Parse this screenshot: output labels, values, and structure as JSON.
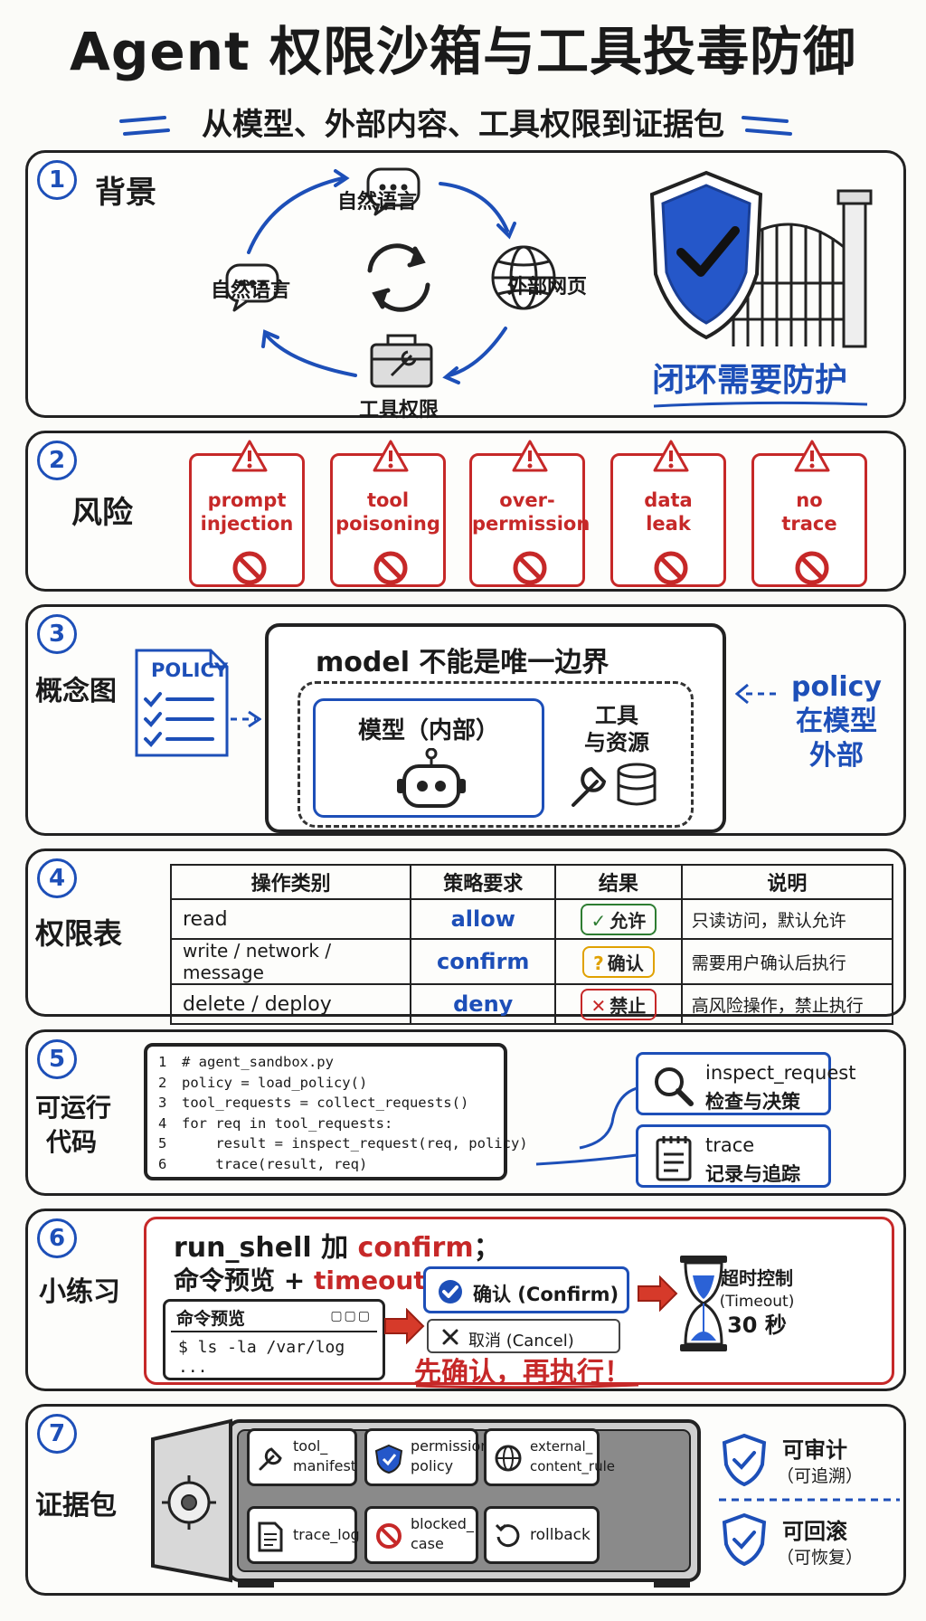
{
  "header": {
    "title": "Agent 权限沙箱与工具投毒防御",
    "subtitle": "从模型、外部内容、工具权限到证据包"
  },
  "colors": {
    "blue": "#1d4fb8",
    "red": "#c62828",
    "green": "#2e7d32",
    "amber": "#e0a100"
  },
  "s1": {
    "num": "1",
    "title": "背景",
    "nodes": [
      "自然语言",
      "外部网页",
      "工具权限",
      "自然语言"
    ],
    "caption": "闭环需要防护"
  },
  "s2": {
    "num": "2",
    "title": "风险",
    "risks": [
      "prompt\ninjection",
      "tool\npoisoning",
      "over-\npermission",
      "data\nleak",
      "no\ntrace"
    ]
  },
  "s3": {
    "num": "3",
    "title": "概念图",
    "policy_doc": "POLICY",
    "boundary_title": "model 不能是唯一边界",
    "model_label": "模型（内部）",
    "tools_label": "工具\n与资源",
    "policy_side": "policy\n在模型\n外部"
  },
  "s4": {
    "num": "4",
    "title": "权限表",
    "headers": [
      "操作类别",
      "策略要求",
      "结果",
      "说明"
    ],
    "rows": [
      {
        "op": "read",
        "policy": "allow",
        "result": "允许",
        "note": "只读访问，默认允许"
      },
      {
        "op": "write / network / message",
        "policy": "confirm",
        "result": "确认",
        "note": "需要用户确认后执行"
      },
      {
        "op": "delete / deploy",
        "policy": "deny",
        "result": "禁止",
        "note": "高风险操作，禁止执行"
      }
    ]
  },
  "s5": {
    "num": "5",
    "title_1": "可运行",
    "title_2": "代码",
    "code": [
      "# agent_sandbox.py",
      "policy = load_policy()",
      "tool_requests = collect_requests()",
      "for req in tool_requests:",
      "    result = inspect_request(req, policy)",
      "    trace(result, req)"
    ],
    "line_numbers": [
      "1",
      "2",
      "3",
      "4",
      "5",
      "6"
    ],
    "fn1": {
      "name": "inspect_request",
      "desc": "检查与决策"
    },
    "fn2": {
      "name": "trace",
      "desc": "记录与追踪"
    }
  },
  "s6": {
    "num": "6",
    "title": "小练习",
    "line1_a": "run_shell 加 ",
    "line1_b": "confirm",
    "line1_c": "；",
    "line2_a": "命令预览 + ",
    "line2_b": "timeout",
    "terminal_title": "命令预览",
    "terminal_dots": "▢▢▢",
    "terminal_cmd": "$ ls -la /var/log",
    "terminal_more": "...",
    "confirm_btn": "确认 (Confirm)",
    "cancel_btn": "取消 (Cancel)",
    "timeout_1": "超时控制",
    "timeout_2": "(Timeout)",
    "timeout_3": "30 秒",
    "slogan": "先确认，再执行！"
  },
  "s7": {
    "num": "7",
    "title": "证据包",
    "items": [
      "tool_\nmanifest",
      "permission_\npolicy",
      "external_\ncontent_rule",
      "trace_log",
      "blocked_\ncase",
      "rollback"
    ],
    "audit": "可审计",
    "audit_sub": "（可追溯）",
    "rollback": "可回滚",
    "rollback_sub": "（可恢复）"
  }
}
